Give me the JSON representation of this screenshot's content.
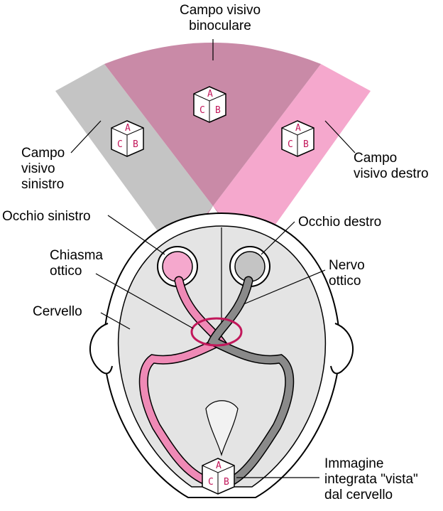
{
  "labels": {
    "binocular": [
      "Campo visivo",
      "binoculare"
    ],
    "left_field": [
      "Campo",
      "visivo",
      "sinistro"
    ],
    "right_field": [
      "Campo",
      "visivo destro"
    ],
    "left_eye": "Occhio sinistro",
    "right_eye": "Occhio destro",
    "chiasm": [
      "Chiasma",
      "ottico"
    ],
    "optic_nerve": [
      "Nervo",
      "ottico"
    ],
    "brain": "Cervello",
    "image": [
      "Immagine",
      "integrata \"vista\"",
      "dal cervello"
    ]
  },
  "cube_letters": {
    "a": "A",
    "b": "B",
    "c": "C"
  },
  "colors": {
    "binocular_field": "#c98aa7",
    "left_field": "#c4c4c4",
    "right_field": "#f5a8cd",
    "left_pathway": "#ef8ab6",
    "right_pathway": "#8a8a8a",
    "brain_fill": "#e4e4e4",
    "chiasm_ring": "#c2185b"
  }
}
